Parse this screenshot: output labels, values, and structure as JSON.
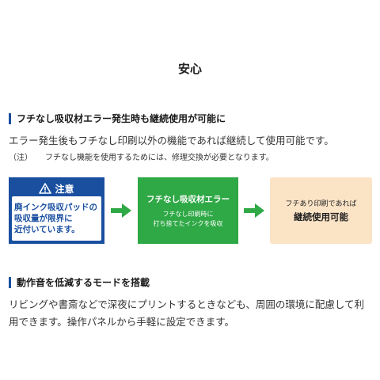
{
  "page": {
    "title": "安心",
    "colors": {
      "accent_blue": "#1a4fa0",
      "green": "#2fa846",
      "peach": "#fbe3c6"
    }
  },
  "section1": {
    "heading": "フチなし吸収材エラー発生時も継続使用が可能に",
    "body": "エラー発生後もフチなし印刷以外の機能であれば継続して使用可能です。",
    "note_label": "（注）",
    "note_text": "フチなし機能を使用するためには、修理交換が必要となります。"
  },
  "flow": {
    "warning_title": "注意",
    "warning_icon": "warning-triangle-icon",
    "warning_lines": [
      "廃インク吸収パッドの",
      "吸収量が限界に",
      "近付いています。"
    ],
    "arrow_icon": "arrow-right-icon",
    "green_title": "フチなし吸収材エラー",
    "green_lines": [
      "フチなし印刷時に",
      "打ち捨てたインクを吸収"
    ],
    "peach_line1": "フチあり印刷であれば",
    "peach_line2": "継続使用可能"
  },
  "section2": {
    "heading": "動作音を低減するモードを搭載",
    "body_lines": [
      "リビングや書斎などで深夜にプリントするときなども、周囲の環境に配慮して利",
      "用できます。操作パネルから手軽に設定できます。"
    ]
  }
}
